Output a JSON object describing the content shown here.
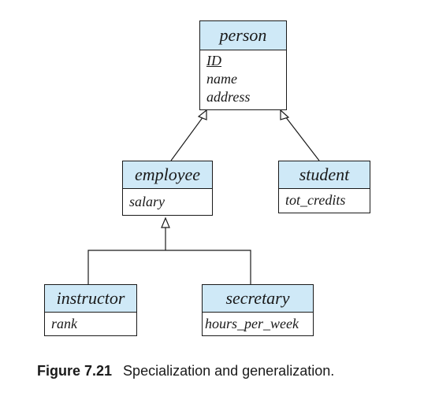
{
  "entities": {
    "person": {
      "name": "person",
      "attributes": [
        "ID",
        "name",
        "address"
      ],
      "primary_key": "ID"
    },
    "employee": {
      "name": "employee",
      "attributes": [
        "salary"
      ]
    },
    "student": {
      "name": "student",
      "attributes": [
        "tot_credits"
      ]
    },
    "instructor": {
      "name": "instructor",
      "attributes": [
        "rank"
      ]
    },
    "secretary": {
      "name": "secretary",
      "attributes": [
        "hours_per_week"
      ]
    }
  },
  "relationships": [
    {
      "type": "specialization",
      "parent": "person",
      "children": [
        "employee",
        "student"
      ]
    },
    {
      "type": "specialization",
      "parent": "employee",
      "children": [
        "instructor",
        "secretary"
      ]
    }
  ],
  "caption": {
    "number": "Figure 7.21",
    "text": "Specialization and generalization."
  },
  "colors": {
    "header_fill": "#cfe9f7",
    "line": "#1a1a1a"
  }
}
